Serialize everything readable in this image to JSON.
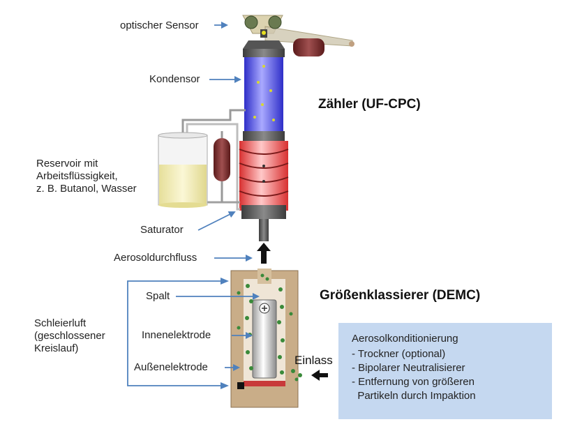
{
  "labels": {
    "optical_sensor": "optischer Sensor",
    "condenser": "Kondensor",
    "reservoir": [
      "Reservoir mit",
      "Arbeitsflüssigkeit,",
      "z. B. Butanol, Wasser"
    ],
    "saturator": "Saturator",
    "aerosol_flow": "Aerosoldurchfluss",
    "gap": "Spalt",
    "inner_electrode": "Innenelektrode",
    "outer_electrode": "Außenelektrode",
    "sheath_air": [
      "Schleierluft",
      "(geschlossener",
      "Kreislauf)"
    ],
    "inlet": "Einlass"
  },
  "titles": {
    "counter": "Zähler (UF-CPC)",
    "classifier": "Größenklassierer  (DEMC)"
  },
  "conditioning": {
    "heading": "Aerosolkonditionierung",
    "items": [
      "- Trockner (optional)",
      "- Bipolarer Neutralisierer",
      "- Entfernung von größeren",
      "  Partikeln durch Impaktion"
    ]
  },
  "colors": {
    "arrow": "#4f81bd",
    "condenser": "#4a4ae8",
    "saturator": "#e84a4a",
    "classifier_body": "#c9ad88",
    "box": "#c5d8f0",
    "particles": "#3a8a3a"
  }
}
